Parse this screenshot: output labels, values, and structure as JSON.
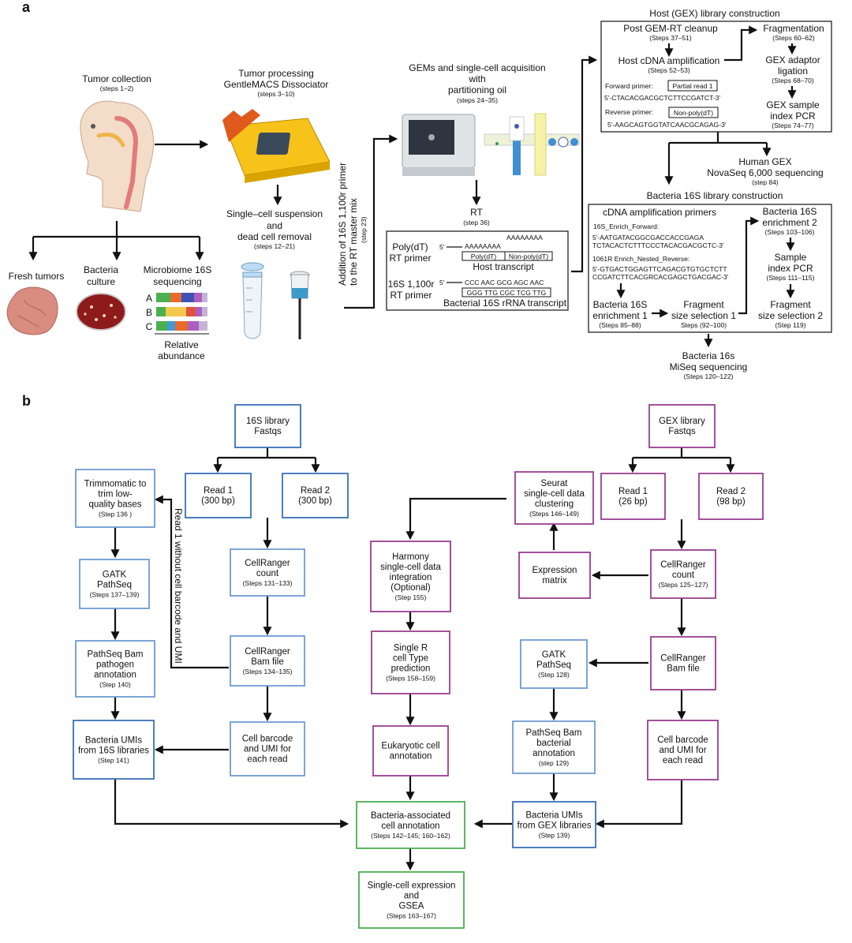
{
  "panel_a": {
    "label": "a",
    "tumor_collection": {
      "title": "Tumor collection",
      "steps": "(steps 1–2)"
    },
    "fresh_tumors": "Fresh tumors",
    "bacteria_culture": [
      "Bacteria",
      "culture"
    ],
    "microbiome": {
      "title": [
        "Microbiome 16S",
        "sequencing"
      ],
      "rows": [
        "A",
        "B",
        "C"
      ],
      "caption": [
        "Relative",
        "abundance"
      ]
    },
    "tumor_processing": {
      "title": [
        "Tumor processing",
        "GentleMACS Dissociator"
      ],
      "steps": "(steps 3–10)"
    },
    "single_cell": {
      "title": [
        "Single–cell suspension",
        "and",
        "dead cell removal"
      ],
      "steps": "(steps 12–21)"
    },
    "addition": {
      "lines": [
        "Addition of 16S 1,100r primer",
        "to the RT master mix"
      ],
      "steps": "(step 23)"
    },
    "gems": {
      "title": [
        "GEMs and single-cell acquisition",
        "with",
        "partitioning oil"
      ],
      "steps": "(steps 24–35)"
    },
    "rt": {
      "title": "RT",
      "steps": "(step 36)"
    },
    "primers": {
      "polydt_label": [
        "Poly(dT)",
        "RT primer"
      ],
      "five_prime": "5'",
      "polya": "AAAAAAAA",
      "polya2": "AAAAAAAA",
      "polydt_box": "Poly(dT)",
      "nonpolydt_box": "Non-poly(dT)",
      "host_transcript": "Host transcript",
      "s16_label": [
        "16S 1,100r",
        "RT primer"
      ],
      "s16_seq_top": "CCC AAC GCG AGC AAC",
      "s16_seq_box": "GGG TTG CGC TCG TTG",
      "bacterial_transcript": "Bacterial 16S rRNA transcript"
    },
    "host_lib": {
      "title": "Host (GEX) library construction",
      "cleanup": {
        "title": "Post GEM-RT cleanup",
        "steps": "(Steps 37–51)"
      },
      "amplification": {
        "title": "Host cDNA amplification",
        "steps": "(Steps 52–53)"
      },
      "forward_label": "Forward primer:",
      "forward_box": "Partial read 1",
      "forward_seq": "5'-CTACACGACGCTCTTCCGATCT-3'",
      "reverse_label": "Reverse primer:",
      "reverse_box": "Non-poly(dT)",
      "reverse_seq": "5'-AAGCAGTGGTATCAACGCAGAG-3'",
      "fragmentation": {
        "title": "Fragmentation",
        "steps": "(Steps 60–62)"
      },
      "adaptor": {
        "title": [
          "GEX adaptor",
          "ligation"
        ],
        "steps": "(Steps 68–70)"
      },
      "index_pcr": {
        "title": [
          "GEX sample",
          "index PCR"
        ],
        "steps": "(Steps 74–77)"
      }
    },
    "human_gex": {
      "title": [
        "Human GEX",
        "NovaSeq 6,000 sequencing"
      ],
      "steps": "(step 84)"
    },
    "bact_lib": {
      "title": "Bacteria 16S library construction",
      "cdna_title": "cDNA amplification primers",
      "enrich_fwd_label": "16S_Enrich_Forward:",
      "enrich_fwd_seq": [
        "5'-AATGATACGGCGACCACCGAGA",
        "TCTACACTCTTTCCCTACACGACGCTC-3'"
      ],
      "enrich_rev_label": "1061R Enrich_Nested_Reverse:",
      "enrich_rev_seq": [
        "5'-GTGACTGGAGTTCAGACGTGTGCTCTT",
        "CCGATCTTCACGRCACGAGCTGACGAC-3'"
      ],
      "enrichment1": {
        "title": [
          "Bacteria 16S",
          "enrichment 1"
        ],
        "steps": "(Steps 85–88)"
      },
      "frag_sel1": {
        "title": [
          "Fragment",
          "size selection 1"
        ],
        "steps": "Steps (92–100)"
      },
      "enrichment2": {
        "title": [
          "Bacteria 16S",
          "enrichment 2"
        ],
        "steps": "(Steps 103–106)"
      },
      "sample_pcr": {
        "title": [
          "Sample",
          "index PCR"
        ],
        "steps": "(Steps 111–115)"
      },
      "frag_sel2": {
        "title": [
          "Fragment",
          "size selection 2"
        ],
        "steps": "(Step 119)"
      }
    },
    "miseq": {
      "title": [
        "Bacteria 16s",
        "MiSeq sequencing"
      ],
      "steps": "(Steps 120–122)"
    }
  },
  "panel_b": {
    "label": "b",
    "nodes": {
      "s16_fastqs": {
        "lines": [
          "16S library",
          "Fastqs"
        ],
        "steps": ""
      },
      "r1_16s": {
        "lines": [
          "Read 1",
          "(300 bp)"
        ],
        "steps": ""
      },
      "r2_16s": {
        "lines": [
          "Read 2",
          "(300 bp)"
        ],
        "steps": ""
      },
      "trimmomatic": {
        "lines": [
          "Trimmomatic to",
          "trim low-",
          "quality bases"
        ],
        "steps": "(Step 136 )"
      },
      "gatk_16s": {
        "lines": [
          "GATK",
          "PathSeq"
        ],
        "steps": "(Steps 137–139)"
      },
      "pathseq_path": {
        "lines": [
          "PathSeq Bam",
          "pathogen",
          "annotation"
        ],
        "steps": "(Step 140)"
      },
      "bact_umis_16s": {
        "lines": [
          "Bacteria UMIs",
          "from 16S libraries"
        ],
        "steps": "(Step 141)"
      },
      "cr_count_16s": {
        "lines": [
          "CellRanger",
          "count"
        ],
        "steps": "(Steps 131–133)"
      },
      "cr_bam_16s": {
        "lines": [
          "CellRanger",
          "Bam file"
        ],
        "steps": "(Steps 134–135)"
      },
      "barcode_16s": {
        "lines": [
          "Cell barcode",
          "and UMI for",
          "each read"
        ],
        "steps": ""
      },
      "harmony": {
        "lines": [
          "Harmony",
          "single-cell data",
          "integration",
          "(Optional)"
        ],
        "steps": "(Step 155)"
      },
      "singler": {
        "lines": [
          "Single R",
          "cell Type",
          "prediction"
        ],
        "steps": "(Steps 158–159)"
      },
      "eukaryotic": {
        "lines": [
          "Eukaryotic cell",
          "annotation"
        ],
        "steps": ""
      },
      "bact_assoc": {
        "lines": [
          "Bacteria-associated",
          "cell annotation"
        ],
        "steps": "(Steps 142–145; 160–162)"
      },
      "gsea": {
        "lines": [
          "Single-cell expression",
          "and",
          "GSEA"
        ],
        "steps": "(Steps 163–167)"
      },
      "seurat": {
        "lines": [
          "Seurat",
          "single-cell data",
          "clustering"
        ],
        "steps": "(Steps 146–149)"
      },
      "expr_matrix": {
        "lines": [
          "Expression",
          "matrix"
        ],
        "steps": ""
      },
      "gatk_gex": {
        "lines": [
          "GATK",
          "PathSeq"
        ],
        "steps": "(Step 128)"
      },
      "pathseq_bact": {
        "lines": [
          "PathSeq Bam",
          "bacterial",
          "annotation"
        ],
        "steps": "(step 129)"
      },
      "bact_umis_gex": {
        "lines": [
          "Bacteria UMIs",
          "from GEX libraries"
        ],
        "steps": "(Step 139)"
      },
      "gex_fastqs": {
        "lines": [
          "GEX library",
          "Fastqs"
        ],
        "steps": ""
      },
      "r1_gex": {
        "lines": [
          "Read 1",
          "(26 bp)"
        ],
        "steps": ""
      },
      "r2_gex": {
        "lines": [
          "Read 2",
          "(98 bp)"
        ],
        "steps": ""
      },
      "cr_count_gex": {
        "lines": [
          "CellRanger",
          "count"
        ],
        "steps": "(Steps 125–127)"
      },
      "cr_bam_gex": {
        "lines": [
          "CellRanger",
          "Bam file"
        ],
        "steps": ""
      },
      "barcode_gex": {
        "lines": [
          "Cell barcode",
          "and UMI for",
          "each read"
        ],
        "steps": ""
      }
    },
    "side_label": "Read 1 without cell barcode and UMI",
    "colors": {
      "blue": "#3a6fb8",
      "lightblue": "#6f9bd1",
      "purple": "#9a3d8f",
      "green": "#4caf50"
    }
  }
}
